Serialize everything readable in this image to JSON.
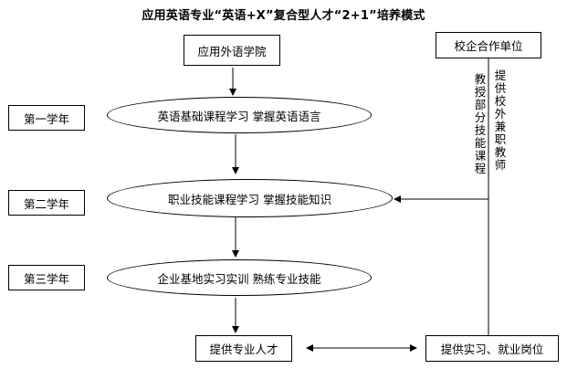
{
  "title": "应用英语专业“英语+X”复合型人才“2+1”培养模式",
  "nodes": {
    "college": "应用外语学院",
    "partner": "校企合作单位",
    "year1": "第一学年",
    "year2": "第二学年",
    "year3": "第三学年",
    "stage1": "英语基础课程学习 掌握英语语言",
    "stage2": "职业技能课程学习 掌握技能知识",
    "stage3": "企业基地实习实训 熟练专业技能",
    "output": "提供专业人才",
    "jobs": "提供实习、就业岗位"
  },
  "vertical_labels": {
    "col1": "提供校外兼职教师",
    "col2": "教授部分技能课程"
  }
}
